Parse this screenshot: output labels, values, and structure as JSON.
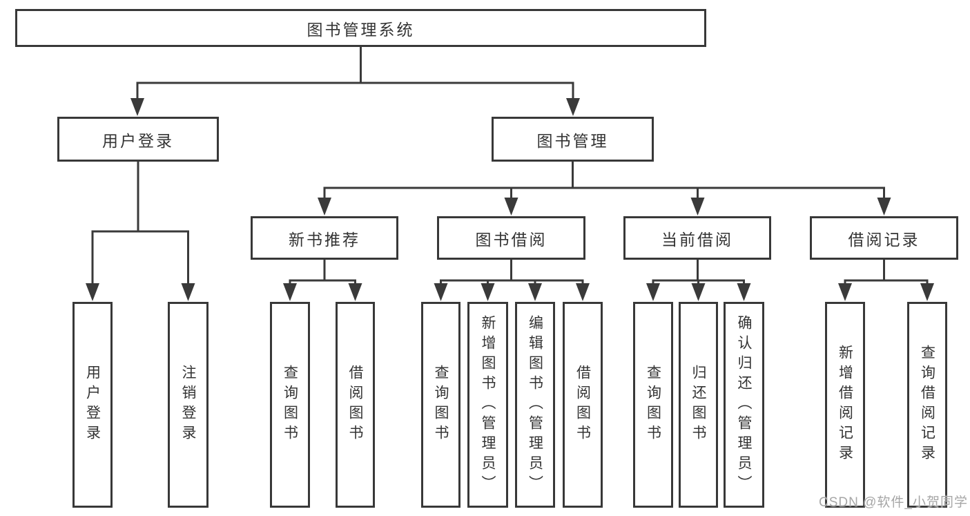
{
  "diagram": {
    "type": "hierarchy-tree",
    "tree": {
      "label": "图书管理系统",
      "children": [
        {
          "label": "用户登录",
          "children": [
            {
              "label": "用户登录"
            },
            {
              "label": "注销登录"
            }
          ]
        },
        {
          "label": "图书管理",
          "children": [
            {
              "label": "新书推荐",
              "children": [
                {
                  "label": "查询图书"
                },
                {
                  "label": "借阅图书"
                }
              ]
            },
            {
              "label": "图书借阅",
              "children": [
                {
                  "label": "查询图书"
                },
                {
                  "label": "新增图书（管理员）"
                },
                {
                  "label": "编辑图书（管理员）"
                },
                {
                  "label": "借阅图书"
                }
              ]
            },
            {
              "label": "当前借阅",
              "children": [
                {
                  "label": "查询图书"
                },
                {
                  "label": "归还图书"
                },
                {
                  "label": "确认归还（管理员）"
                }
              ]
            },
            {
              "label": "借阅记录",
              "children": [
                {
                  "label": "新增借阅记录"
                },
                {
                  "label": "查询借阅记录"
                }
              ]
            }
          ]
        }
      ]
    }
  },
  "watermark": {
    "text": "CSDN @软件_小贺同学",
    "color": "#a6a6a6"
  },
  "colors": {
    "line": "#3a3a3a",
    "box_border": "#383838",
    "text": "#333333",
    "background": "#ffffff"
  }
}
